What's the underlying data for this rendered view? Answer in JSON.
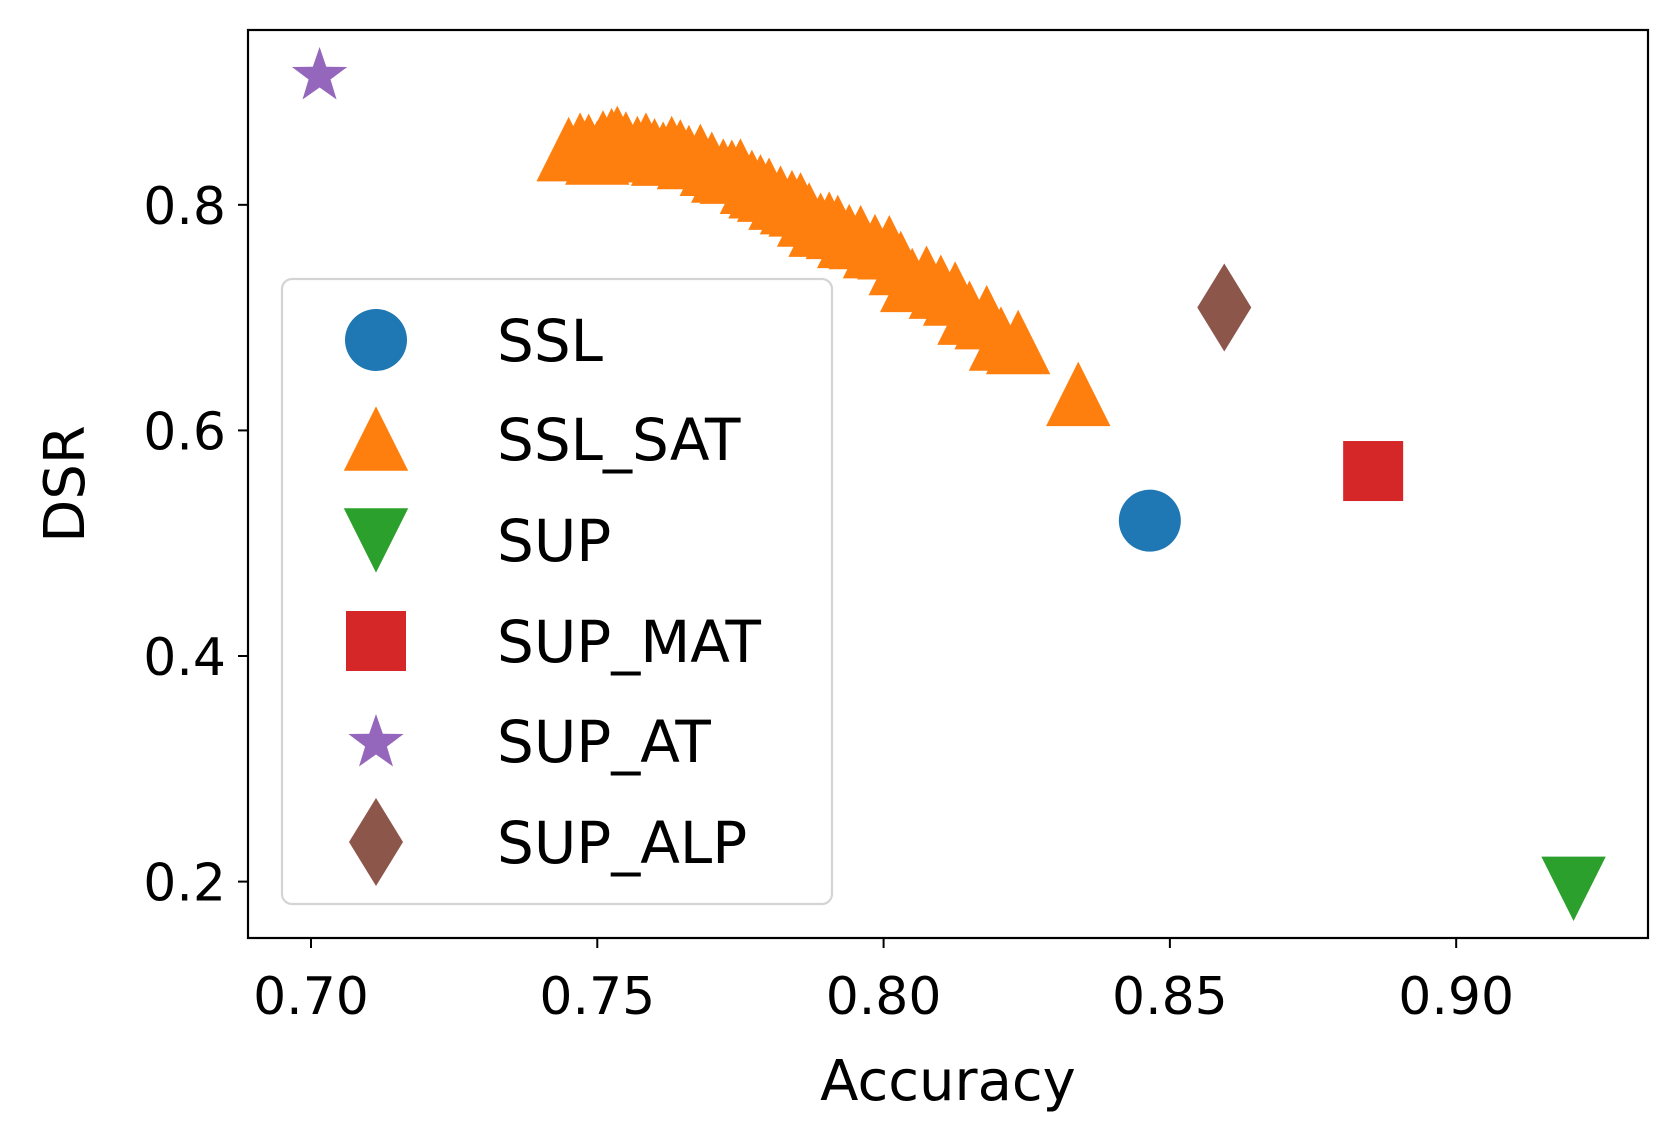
{
  "chart_data": {
    "type": "scatter",
    "xlabel": "Accuracy",
    "ylabel": "DSR",
    "xlim": [
      0.689,
      0.9335
    ],
    "ylim": [
      0.15,
      0.955
    ],
    "xticks": [
      0.7,
      0.75,
      0.8,
      0.85,
      0.9
    ],
    "xtick_labels": [
      "0.70",
      "0.75",
      "0.80",
      "0.85",
      "0.90"
    ],
    "yticks": [
      0.2,
      0.4,
      0.6,
      0.8
    ],
    "ytick_labels": [
      "0.2",
      "0.4",
      "0.6",
      "0.8"
    ],
    "grid": false,
    "legend_position": "center-left",
    "series": [
      {
        "name": "SSL",
        "marker": "circle",
        "color": "#1f77b4",
        "points": [
          [
            0.8465,
            0.52
          ]
        ]
      },
      {
        "name": "SSL_SAT",
        "marker": "triangle-up",
        "color": "#ff7f0e",
        "points": [
          [
            0.745,
            0.849
          ],
          [
            0.747,
            0.853
          ],
          [
            0.7485,
            0.852
          ],
          [
            0.75,
            0.846
          ],
          [
            0.751,
            0.855
          ],
          [
            0.7525,
            0.857
          ],
          [
            0.7535,
            0.859
          ],
          [
            0.755,
            0.854
          ],
          [
            0.757,
            0.85
          ],
          [
            0.7585,
            0.853
          ],
          [
            0.76,
            0.848
          ],
          [
            0.7615,
            0.845
          ],
          [
            0.763,
            0.85
          ],
          [
            0.7645,
            0.847
          ],
          [
            0.766,
            0.842
          ],
          [
            0.768,
            0.843
          ],
          [
            0.77,
            0.836
          ],
          [
            0.772,
            0.83
          ],
          [
            0.7735,
            0.829
          ],
          [
            0.775,
            0.83
          ],
          [
            0.777,
            0.82
          ],
          [
            0.7785,
            0.816
          ],
          [
            0.78,
            0.813
          ],
          [
            0.782,
            0.806
          ],
          [
            0.784,
            0.802
          ],
          [
            0.7855,
            0.8
          ],
          [
            0.787,
            0.791
          ],
          [
            0.789,
            0.782
          ],
          [
            0.7905,
            0.783
          ],
          [
            0.792,
            0.78
          ],
          [
            0.794,
            0.772
          ],
          [
            0.796,
            0.771
          ],
          [
            0.7985,
            0.763
          ],
          [
            0.801,
            0.762
          ],
          [
            0.803,
            0.748
          ],
          [
            0.805,
            0.733
          ],
          [
            0.8075,
            0.735
          ],
          [
            0.81,
            0.727
          ],
          [
            0.8125,
            0.721
          ],
          [
            0.815,
            0.704
          ],
          [
            0.818,
            0.7
          ],
          [
            0.8205,
            0.681
          ],
          [
            0.8235,
            0.678
          ],
          [
            0.834,
            0.632
          ]
        ]
      },
      {
        "name": "SUP",
        "marker": "triangle-down",
        "color": "#2ca02c",
        "points": [
          [
            0.9205,
            0.194
          ]
        ]
      },
      {
        "name": "SUP_MAT",
        "marker": "square",
        "color": "#d62728",
        "points": [
          [
            0.8855,
            0.564
          ]
        ]
      },
      {
        "name": "SUP_AT",
        "marker": "star",
        "color": "#9467bd",
        "points": [
          [
            0.7015,
            0.916
          ]
        ]
      },
      {
        "name": "SUP_ALP",
        "marker": "thin-diamond",
        "color": "#8c564b",
        "points": [
          [
            0.8595,
            0.709
          ]
        ]
      }
    ]
  }
}
